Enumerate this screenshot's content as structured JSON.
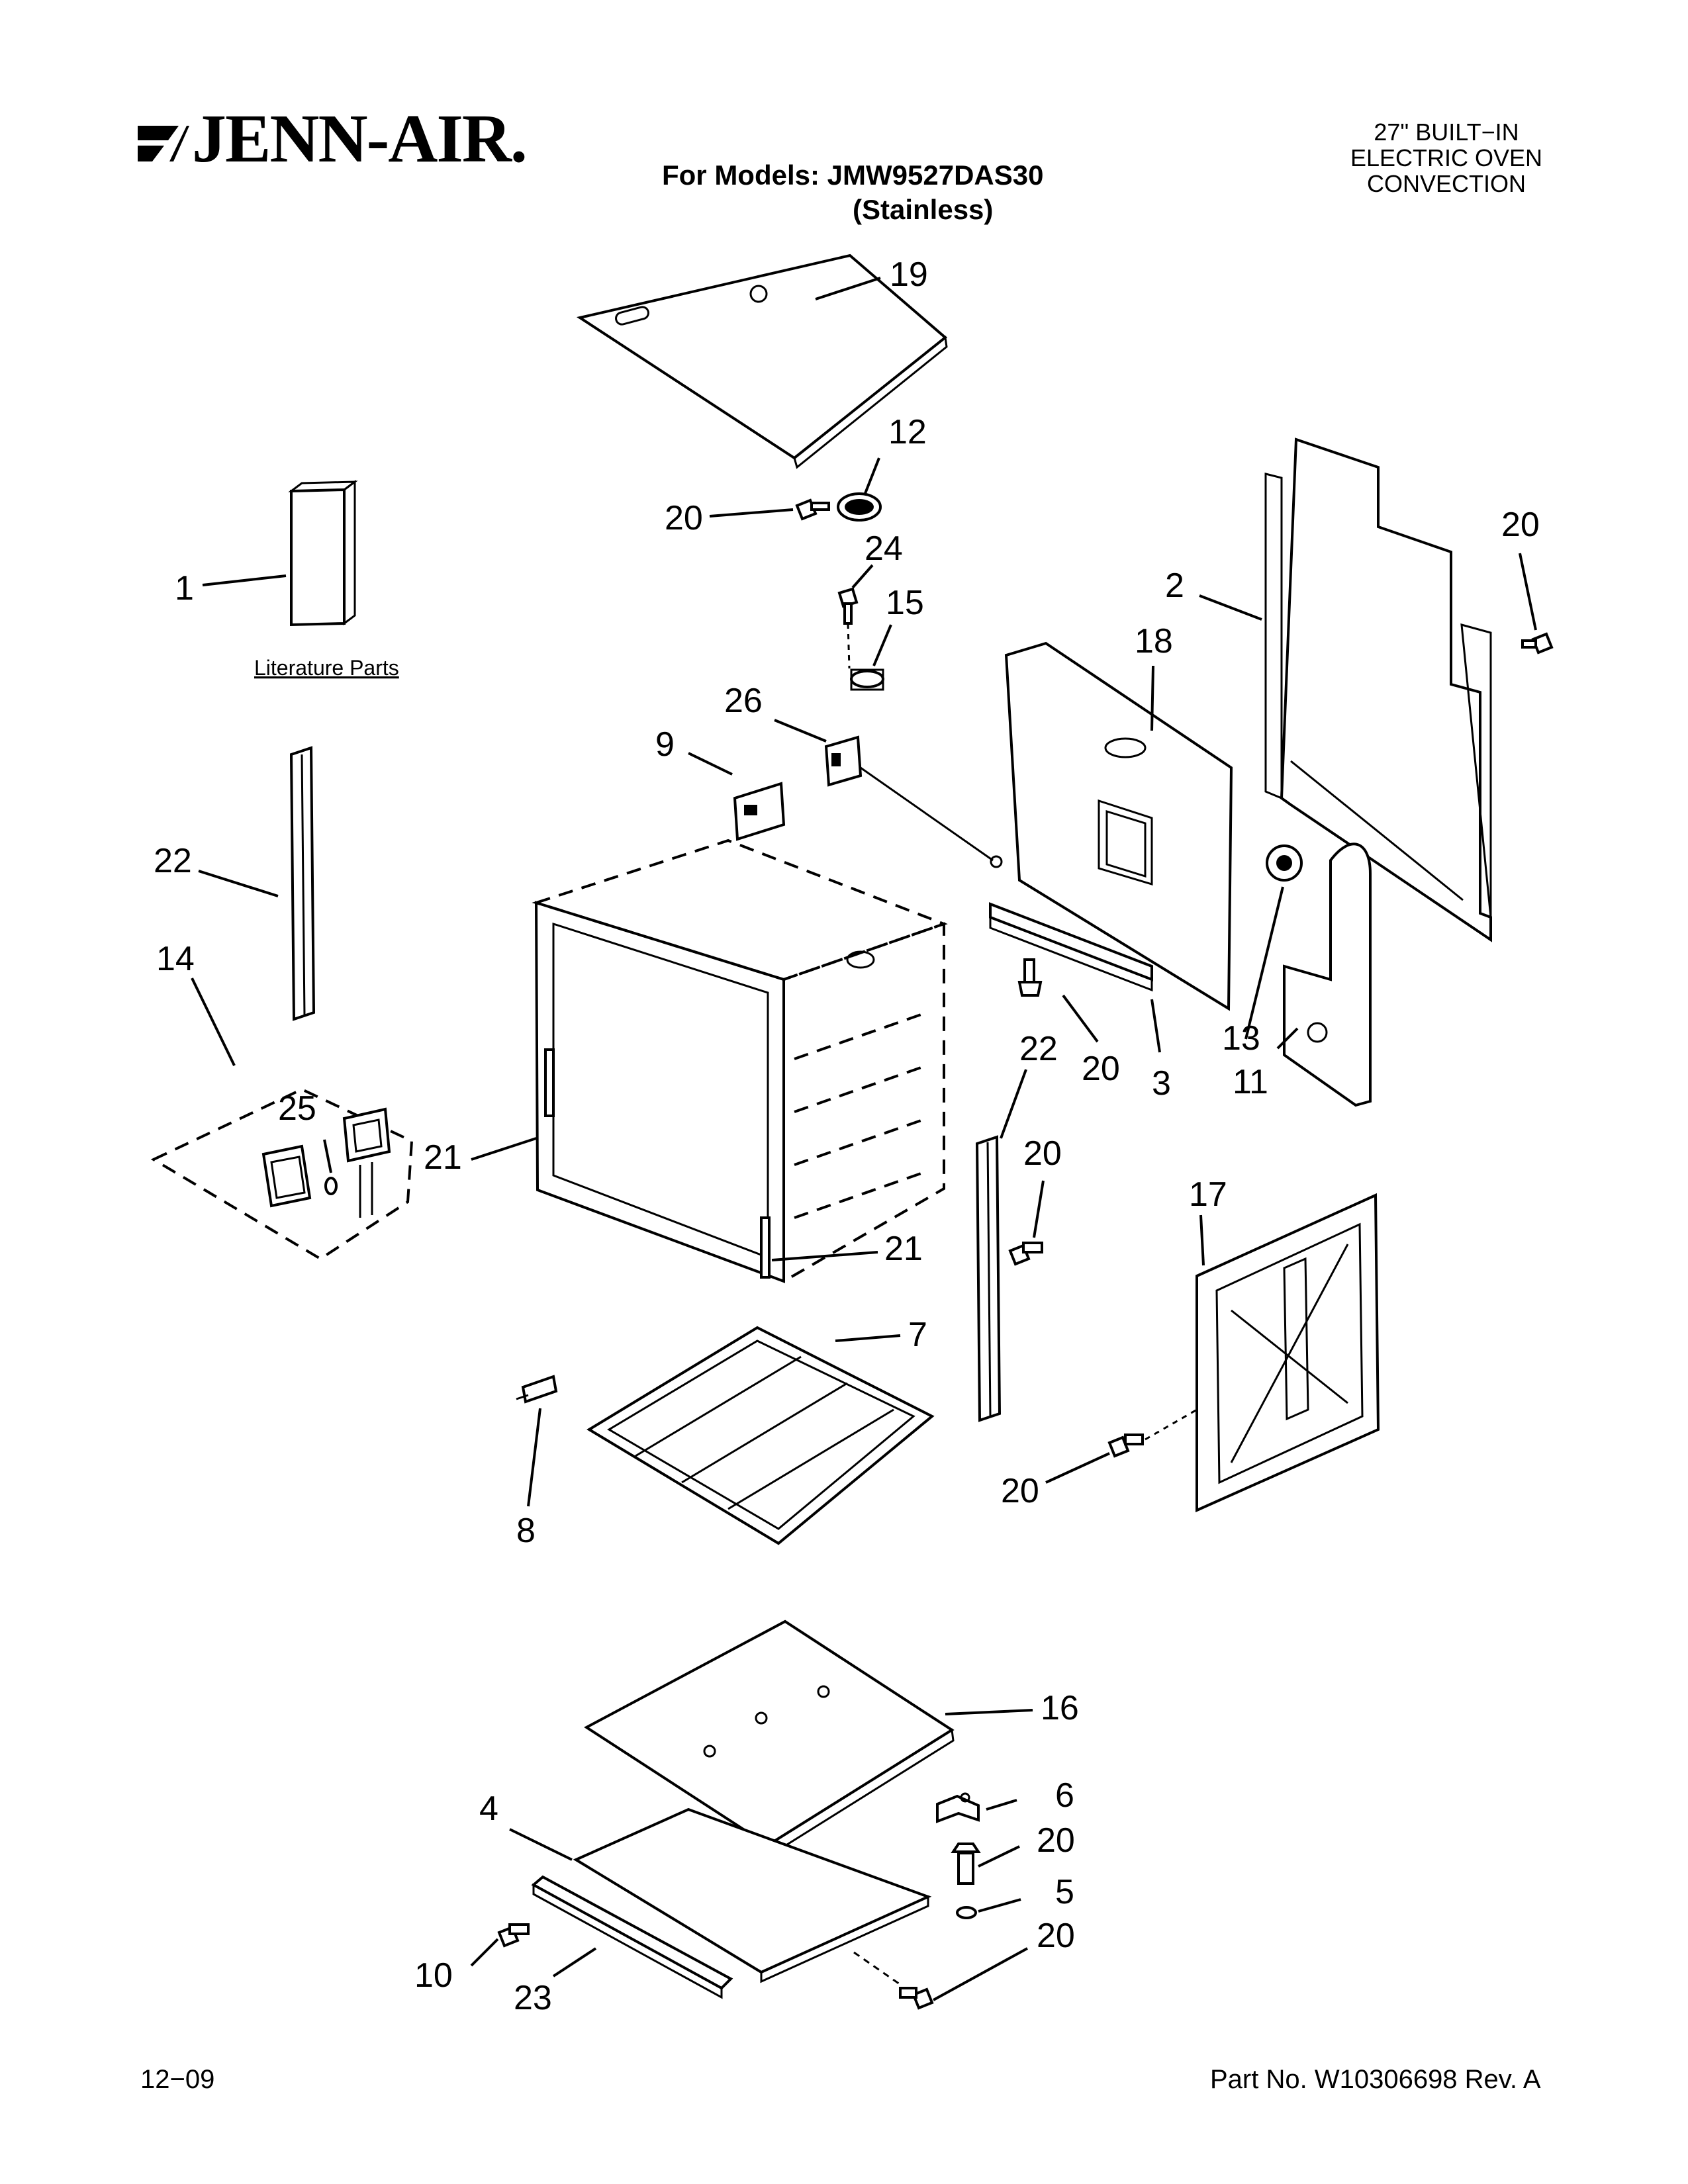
{
  "header": {
    "brand": "JENN-AIR.",
    "models_line1": "For Models: JMW9527DAS30",
    "models_line2": "(Stainless)",
    "product_line1": "27\" BUILT−IN",
    "product_line2": "ELECTRIC OVEN",
    "product_line3": "CONVECTION"
  },
  "literature_label": "Literature Parts",
  "callouts": {
    "c1": "1",
    "c2": "2",
    "c3": "3",
    "c4": "4",
    "c5": "5",
    "c6": "6",
    "c7": "7",
    "c8": "8",
    "c9": "9",
    "c10": "10",
    "c11": "11",
    "c12": "12",
    "c13": "13",
    "c14": "14",
    "c15": "15",
    "c16": "16",
    "c17": "17",
    "c18": "18",
    "c19": "19",
    "c20a": "20",
    "c20b": "20",
    "c20c": "20",
    "c20d": "20",
    "c20e": "20",
    "c20f": "20",
    "c20g": "20",
    "c21a": "21",
    "c21b": "21",
    "c22a": "22",
    "c22b": "22",
    "c23": "23",
    "c24": "24",
    "c25": "25",
    "c26": "26"
  },
  "footer": {
    "date": "12−09",
    "part_no": "Part No. W10306698 Rev. A"
  }
}
